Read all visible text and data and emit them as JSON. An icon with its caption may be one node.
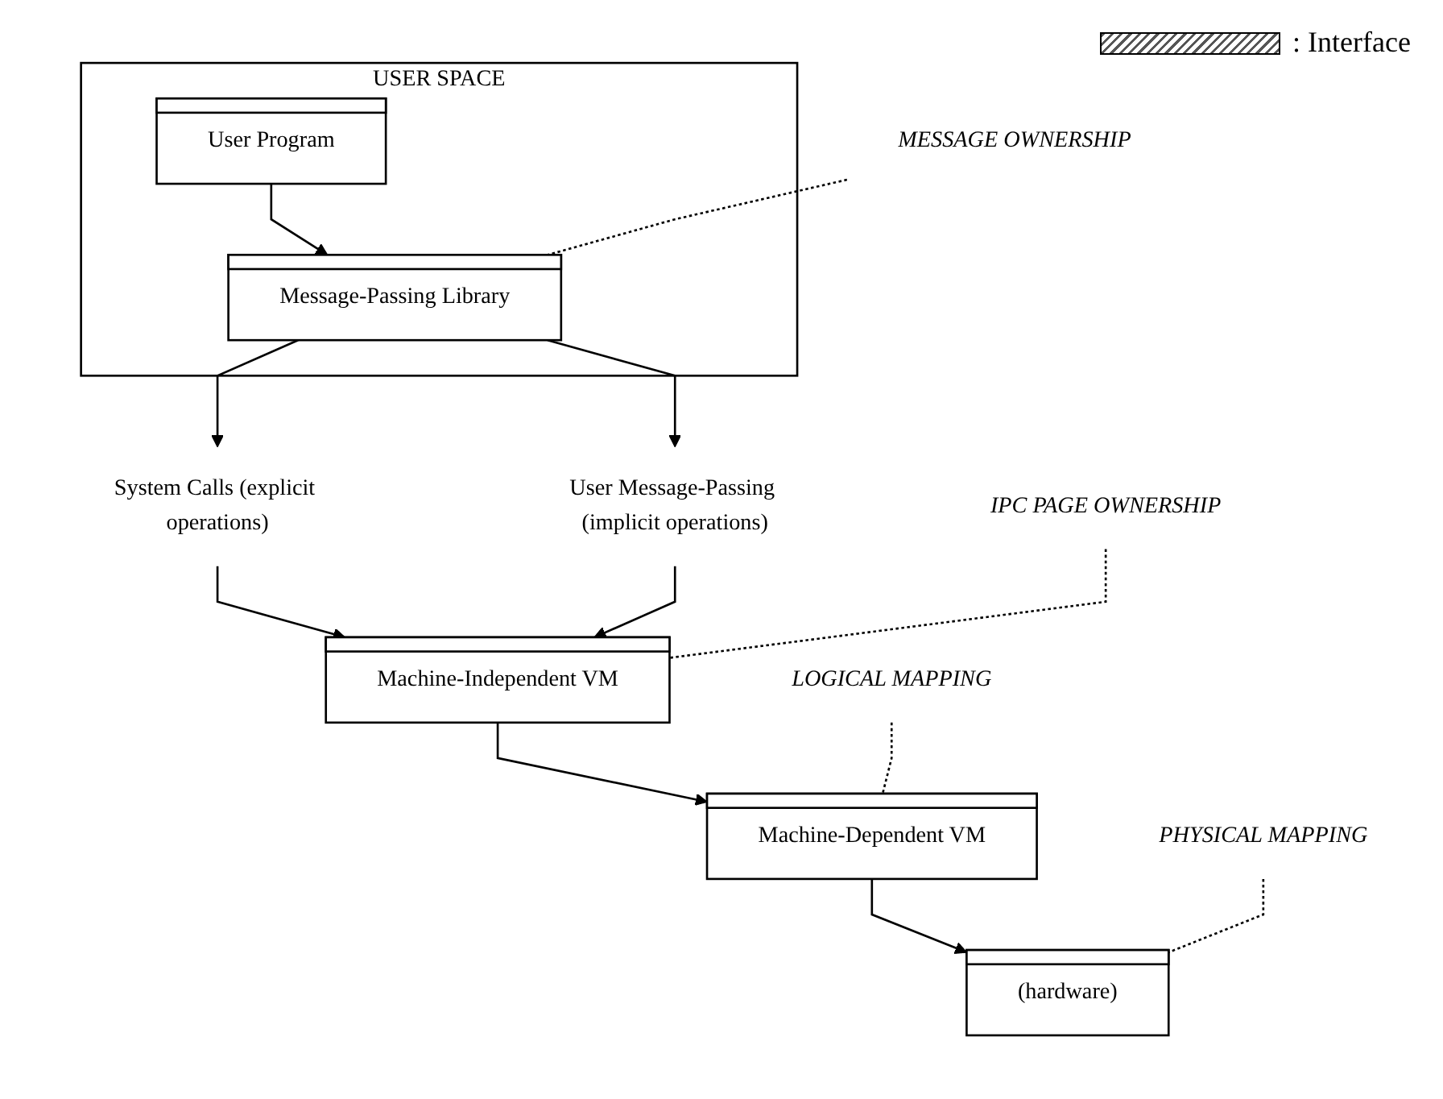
{
  "diagram": {
    "nodes": [
      {
        "text": [
          "USER SPACE"
        ]
      },
      {
        "text": [
          "User Program"
        ],
        "in": 0
      },
      {
        "text": [
          "Message-Passing Library"
        ],
        "in": 0
      },
      {
        "text": [
          "System Calls (explicit operations)"
        ]
      },
      {
        "text": [
          "User Message-Passing (implicit operations)"
        ]
      },
      {
        "text": [
          "Machine-Independent VM"
        ]
      },
      {
        "text": [
          "Machine-Dependent VM"
        ]
      },
      {
        "text": [
          "(hardware)"
        ]
      },
      {
        "text": [
          "MESSAGE OWNERSHIP"
        ]
      },
      {
        "text": [
          "IPC PAGE OWNERSHIP"
        ]
      },
      {
        "text": [
          "LOGICAL MAPPING"
        ]
      },
      {
        "text": [
          "PHYSICAL MAPPING"
        ]
      }
    ],
    "edges": [
      {
        "from": 1,
        "to": 2,
        "arrow": "to"
      },
      {
        "from": 2,
        "to": 3,
        "arrow": "to"
      },
      {
        "from": 2,
        "to": 4,
        "arrow": "to"
      },
      {
        "from": 3,
        "to": 5,
        "arrow": "to"
      },
      {
        "from": 4,
        "to": 5,
        "arrow": "to"
      },
      {
        "from": 5,
        "to": 6,
        "arrow": "to"
      },
      {
        "from": 6,
        "to": 7,
        "arrow": "to"
      },
      {
        "from": 8,
        "to": 2,
        "arrow": "none",
        "style": "dashed"
      },
      {
        "from": 9,
        "to": 5,
        "arrow": "none",
        "style": "dashed"
      },
      {
        "from": 10,
        "to": 6,
        "arrow": "none",
        "style": "dashed"
      },
      {
        "from": 11,
        "to": 7,
        "arrow": "none",
        "style": "dashed"
      }
    ],
    "legend": [
      {
        "text": ": Interface"
      }
    ]
  }
}
